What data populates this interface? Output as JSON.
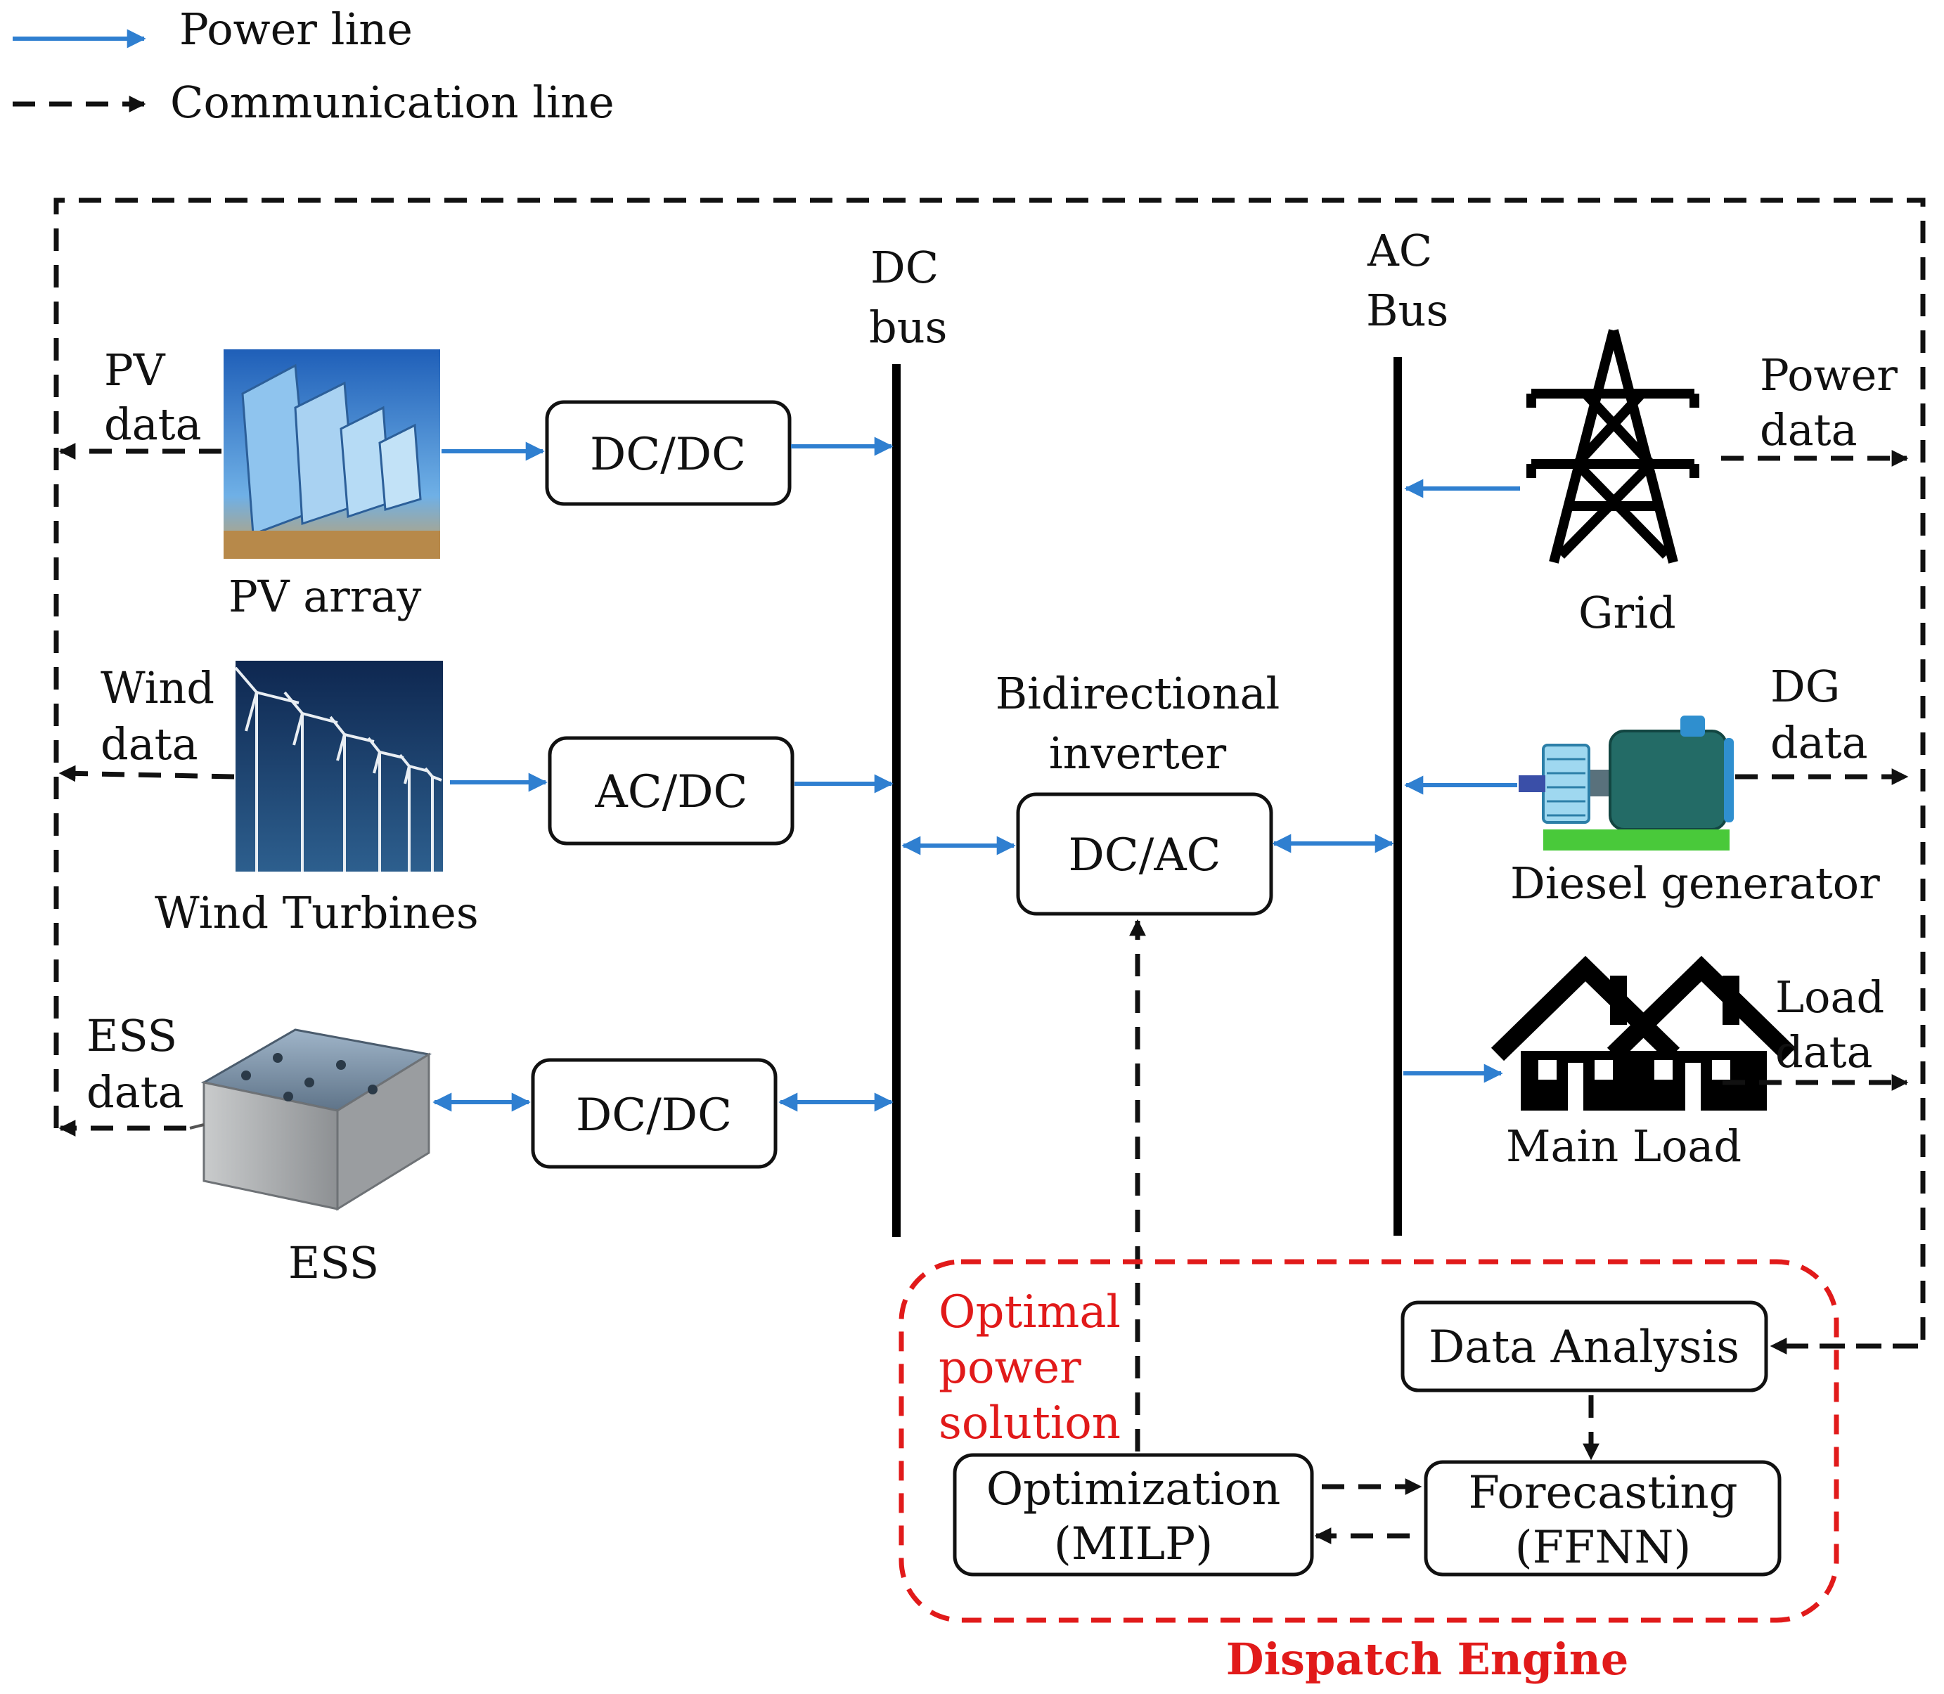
{
  "legend": {
    "power_line": "Power line",
    "communication_line": "Communication line"
  },
  "buses": {
    "dc_line1": "DC",
    "dc_line2": "bus",
    "ac_line1": "AC",
    "ac_line2": "Bus"
  },
  "sources": {
    "pv": {
      "data_line1": "PV",
      "data_line2": "data",
      "label": "PV array",
      "converter": "DC/DC"
    },
    "wind": {
      "data_line1": "Wind",
      "data_line2": "data",
      "label": "Wind Turbines",
      "converter": "AC/DC"
    },
    "ess": {
      "data_line1": "ESS",
      "data_line2": "data",
      "label": "ESS",
      "converter": "DC/DC"
    }
  },
  "inverter": {
    "title_line1": "Bidirectional",
    "title_line2": "inverter",
    "label": "DC/AC"
  },
  "ac_side": {
    "grid": {
      "label": "Grid",
      "data_line1": "Power",
      "data_line2": "data"
    },
    "diesel": {
      "label": "Diesel generator",
      "data_line1": "DG",
      "data_line2": "data"
    },
    "load": {
      "label": "Main Load",
      "data_line1": "Load",
      "data_line2": "data"
    }
  },
  "dispatch_engine": {
    "title": "Dispatch Engine",
    "solution_line1": "Optimal",
    "solution_line2": "power",
    "solution_line3": "solution",
    "data_analysis": "Data Analysis",
    "optimization_line1": "Optimization",
    "optimization_line2": "(MILP)",
    "forecasting_line1": "Forecasting",
    "forecasting_line2": "(FFNN)"
  },
  "colors": {
    "power_line": "#2f7fd0",
    "communication_line": "#111111",
    "dispatch_engine": "#e11a1a"
  }
}
